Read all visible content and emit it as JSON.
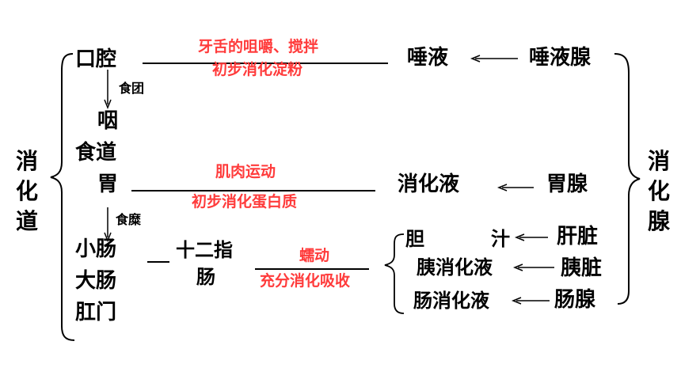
{
  "left_group": "消化道",
  "right_group": "消化腺",
  "tract": {
    "mouth": "口腔",
    "bolus_label": "食团",
    "pharynx": "咽",
    "esophagus": "食道",
    "stomach": "胃",
    "chyme_label": "食糜",
    "small_intestine": "小肠",
    "large_intestine": "大肠",
    "anus": "肛门"
  },
  "duodenum": {
    "line1": "十二指",
    "line2": "肠"
  },
  "mouth_link": {
    "line1": "牙舌的咀嚼、搅拌",
    "line2": "初步消化淀粉",
    "juice": "唾液",
    "gland": "唾液腺"
  },
  "stomach_link": {
    "line1": "肌肉运动",
    "line2": "初步消化蛋白质",
    "juice": "消化液",
    "gland": "胃腺"
  },
  "intestine_link": {
    "line1": "蠕动",
    "line2": "充分消化吸收"
  },
  "intestine_juices": [
    {
      "juice_a": "胆",
      "juice_b": "汁",
      "gland": "肝脏"
    },
    {
      "juice": "胰消化液",
      "gland": "胰脏"
    },
    {
      "juice": "肠消化液",
      "gland": "肠腺"
    }
  ],
  "colors": {
    "annotation": "#ff3b3b",
    "text": "#000000"
  }
}
